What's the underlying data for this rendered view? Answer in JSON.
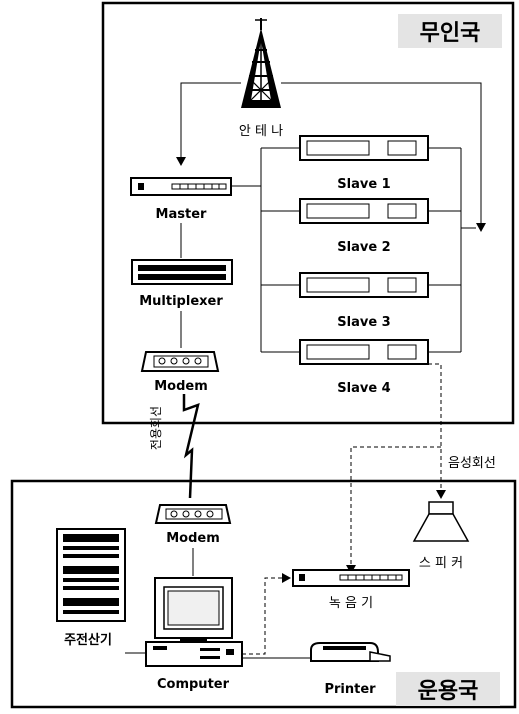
{
  "stations": {
    "unmanned_label": "무인국",
    "operating_label": "운용국"
  },
  "devices": {
    "antenna": "안 테 나",
    "master": "Master",
    "multiplexer": "Multiplexer",
    "modem_remote": "Modem",
    "slaves": [
      "Slave 1",
      "Slave 2",
      "Slave 3",
      "Slave 4"
    ],
    "modem_local": "Modem",
    "main_computer": "주전산기",
    "computer": "Computer",
    "printer": "Printer",
    "recorder": "녹 음 기",
    "speaker": "스 피 커"
  },
  "links": {
    "dedicated_line": "전용회선",
    "voice_line": "음성회선"
  }
}
